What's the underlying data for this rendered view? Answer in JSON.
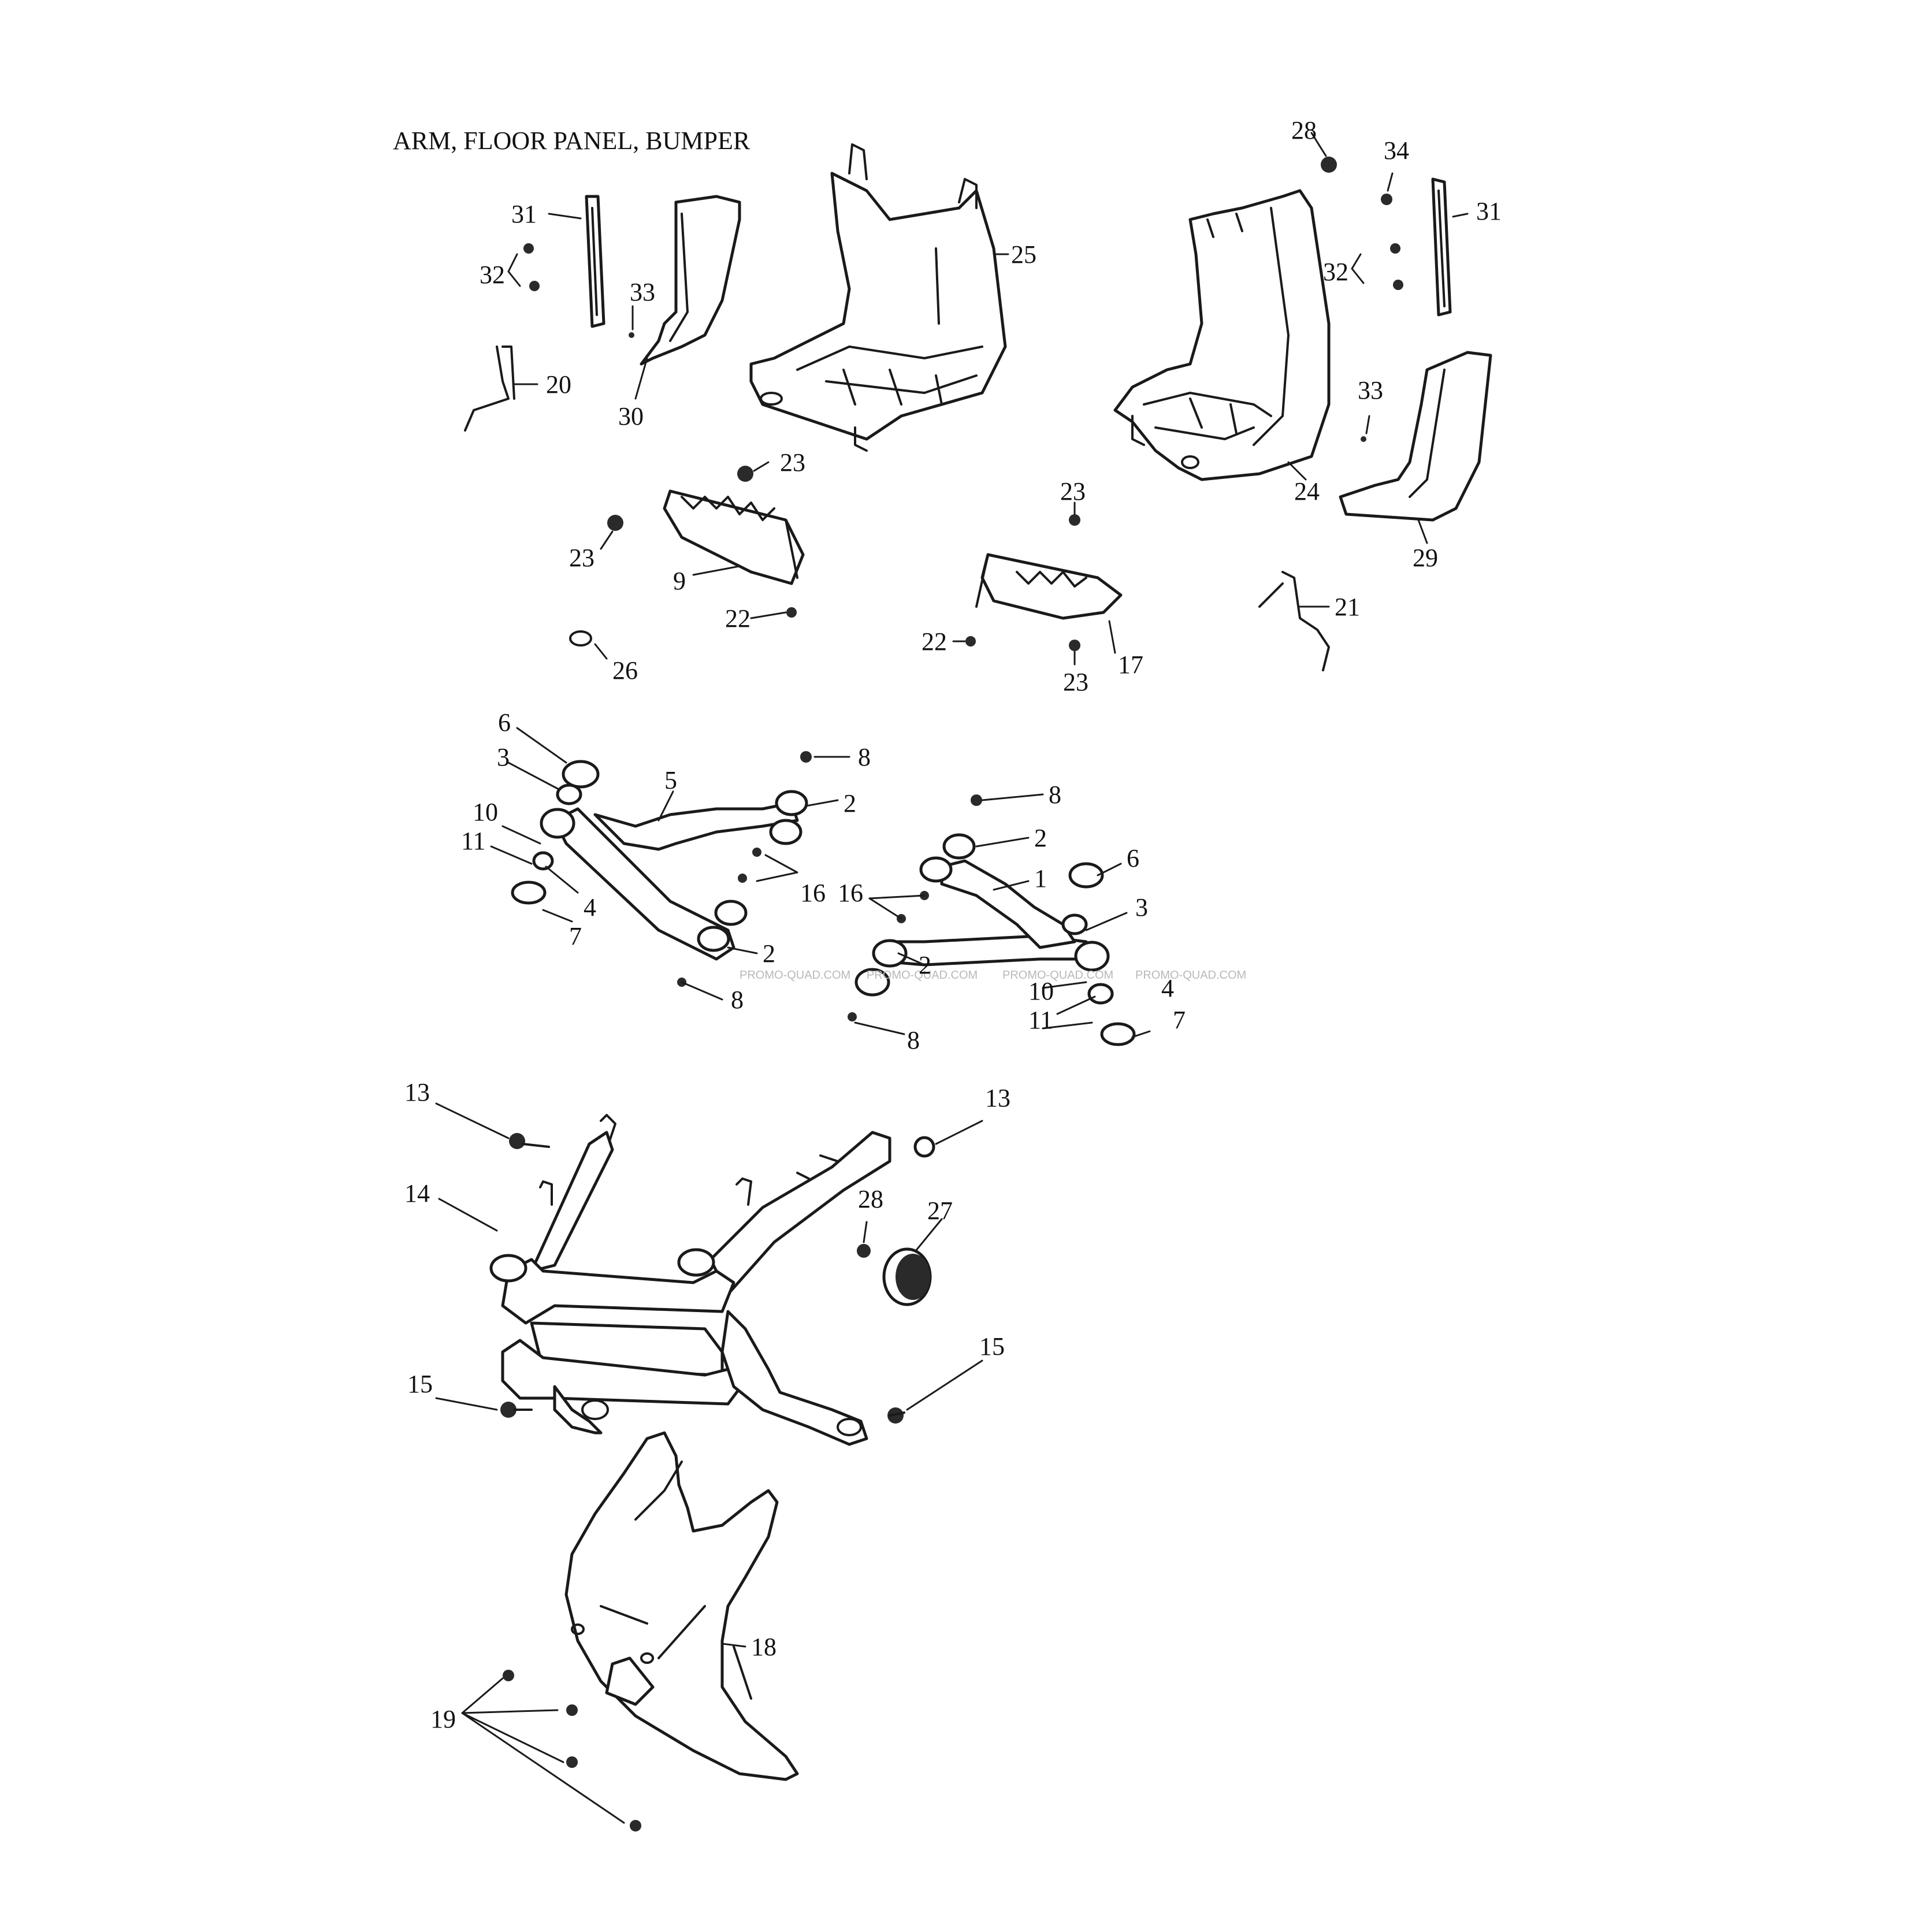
{
  "title": "ARM, FLOOR PANEL, BUMPER",
  "watermark": "PROMO-QUAD.COM",
  "labels": {
    "n1": "1",
    "n2": "2",
    "n3": "3",
    "n4": "4",
    "n5": "5",
    "n6": "6",
    "n7": "7",
    "n8": "8",
    "n9": "9",
    "n10": "10",
    "n11": "11",
    "n13": "13",
    "n14": "14",
    "n15": "15",
    "n16": "16",
    "n17": "17",
    "n18": "18",
    "n19": "19",
    "n20": "20",
    "n21": "21",
    "n22": "22",
    "n23": "23",
    "n24": "24",
    "n25": "25",
    "n26": "26",
    "n27": "27",
    "n28": "28",
    "n29": "29",
    "n30": "30",
    "n31": "31",
    "n32": "32",
    "n33": "33",
    "n34": "34"
  }
}
